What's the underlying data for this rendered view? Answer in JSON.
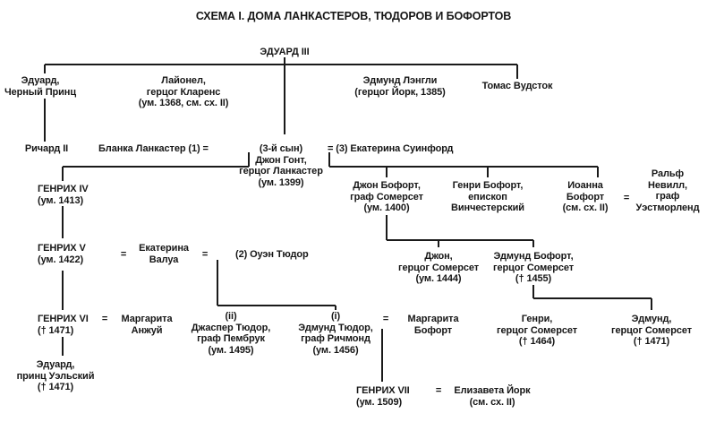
{
  "title": "СХЕМА I. ДОМА ЛАНКАСТЕРОВ, ТЮДОРОВ И БОФОРТОВ",
  "nodes": {
    "edward3": [
      "ЭДУАРД III"
    ],
    "black_prince": [
      "Эдуард,",
      "Черный Принц"
    ],
    "lionel": [
      "Лайонел,",
      "герцог Кларенс",
      "(ум. 1368, см. сх. II)"
    ],
    "edmund_langley": [
      "Эдмунд Лэнгли",
      "(герцог Йорк, 1385)"
    ],
    "thomas_woodstock": [
      "Томас Вудсток"
    ],
    "richard2": [
      "Ричард II"
    ],
    "blanche": [
      "Бланка Ланкастер (1) ="
    ],
    "john_gaunt": [
      "(3-й сын)",
      "Джон Гонт,",
      "герцог Ланкастер",
      "(ум. 1399)"
    ],
    "katherine_swynford": [
      "= (3) Екатерина Суинфорд"
    ],
    "henry4": [
      "ГЕНРИХ IV",
      "(ум. 1413)"
    ],
    "john_beaufort_somerset": [
      "Джон Бофорт,",
      "граф Сомерсет",
      "(ум. 1400)"
    ],
    "henry_beaufort": [
      "Генри Бофорт,",
      "епископ",
      "Винчестерский"
    ],
    "joan_beaufort": [
      "Иоанна",
      "Бофорт",
      "(см. сх. II)"
    ],
    "joan_eq": [
      "="
    ],
    "ralph_neville": [
      "Ральф",
      "Невилл,",
      "граф",
      "Уэстморленд"
    ],
    "henry5": [
      "ГЕНРИХ V",
      "(ум. 1422)"
    ],
    "eq_katherine_left": [
      "="
    ],
    "katherine_valois": [
      "Екатерина",
      "Валуа"
    ],
    "eq_katherine_right": [
      "="
    ],
    "owen_tudor": [
      "(2) Оуэн Тюдор"
    ],
    "john_duke_somerset": [
      "Джон,",
      "герцог Сомерсет",
      "(ум. 1444)"
    ],
    "edmund_beaufort": [
      "Эдмунд Бофорт,",
      "герцог Сомерсет",
      "(† 1455)"
    ],
    "henry6": [
      "ГЕНРИХ VI",
      "(† 1471)"
    ],
    "eq_margaret_anjou": [
      "="
    ],
    "margaret_anjou": [
      "Маргарита",
      "Анжуй"
    ],
    "jasper_tudor": [
      "(ii)",
      "Джаспер Тюдор,",
      "граф Пембрук",
      "(ум. 1495)"
    ],
    "edmund_tudor": [
      "(i)",
      "Эдмунд Тюдор,",
      "граф Ричмонд",
      "(ум. 1456)"
    ],
    "eq_margaret_beaufort": [
      "="
    ],
    "margaret_beaufort": [
      "Маргарита",
      "Бофорт"
    ],
    "henry_somerset": [
      "Генри,",
      "герцог Сомерсет",
      "(† 1464)"
    ],
    "edmund_somerset": [
      "Эдмунд,",
      "герцог Сомерсет",
      "(† 1471)"
    ],
    "edward_wales": [
      "Эдуард,",
      "принц Уэльский",
      "(† 1471)"
    ],
    "henry7": [
      "ГЕНРИХ VII",
      "(ум. 1509)"
    ],
    "eq_elizabeth": [
      "="
    ],
    "elizabeth_york": [
      "Елизавета Йорк",
      "(см. сх. II)"
    ]
  }
}
